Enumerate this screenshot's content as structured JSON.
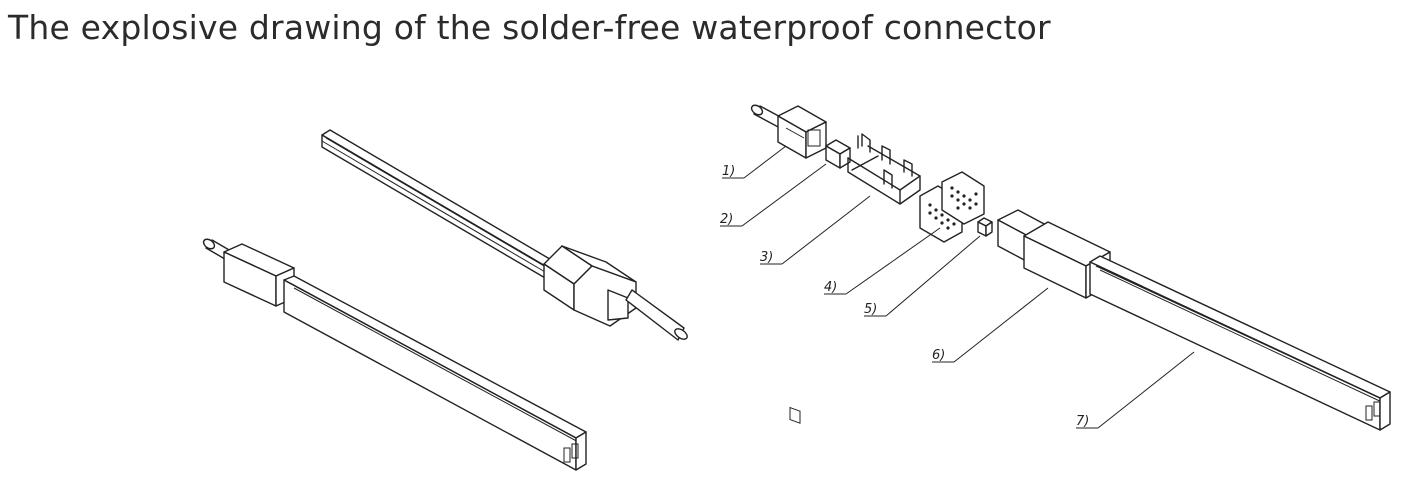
{
  "title": "The explosive drawing of the solder-free waterproof connector",
  "callouts": [
    "1)",
    "2)",
    "3)",
    "4)",
    "5)",
    "6)",
    "7)"
  ]
}
